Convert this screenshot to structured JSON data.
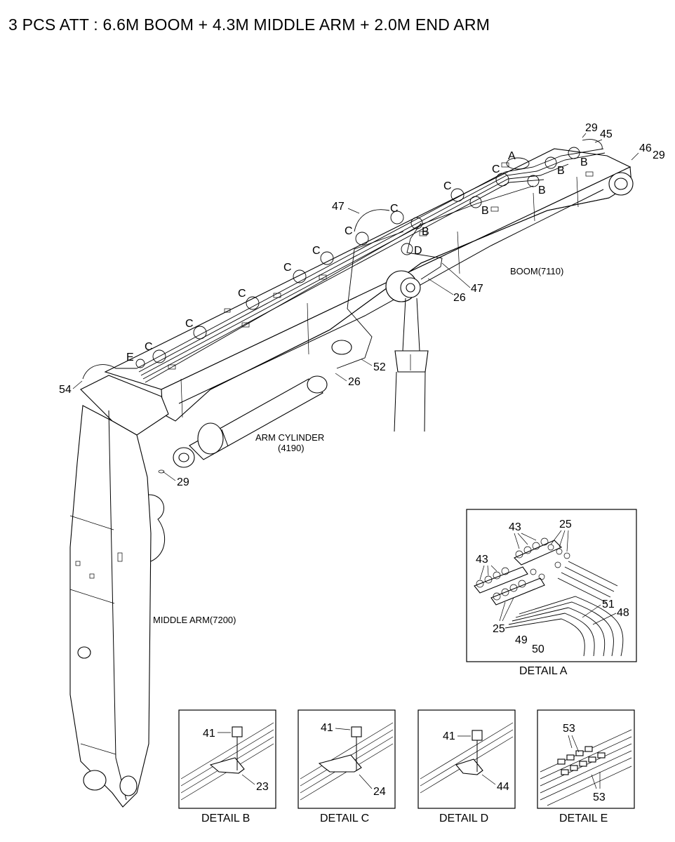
{
  "title": "3 PCS ATT : 6.6M BOOM + 4.3M MIDDLE ARM + 2.0M END ARM",
  "components": {
    "boom": "BOOM(7110)",
    "arm_cylinder": "ARM CYLINDER",
    "arm_cylinder_code": "(4190)",
    "middle_arm": "MIDDLE ARM(7200)"
  },
  "detail_letters": {
    "a": "A",
    "b": "B",
    "c": "C",
    "d": "D",
    "e": "E"
  },
  "part_numbers": {
    "p23": "23",
    "p24": "24",
    "p25": "25",
    "p26": "26",
    "p29": "29",
    "p41": "41",
    "p43": "43",
    "p44": "44",
    "p45": "45",
    "p46": "46",
    "p47": "47",
    "p48": "48",
    "p49": "49",
    "p50": "50",
    "p51": "51",
    "p52": "52",
    "p53": "53",
    "p54": "54"
  },
  "detail_captions": {
    "a": "DETAIL A",
    "b": "DETAIL B",
    "c": "DETAIL C",
    "d": "DETAIL D",
    "e": "DETAIL E"
  }
}
